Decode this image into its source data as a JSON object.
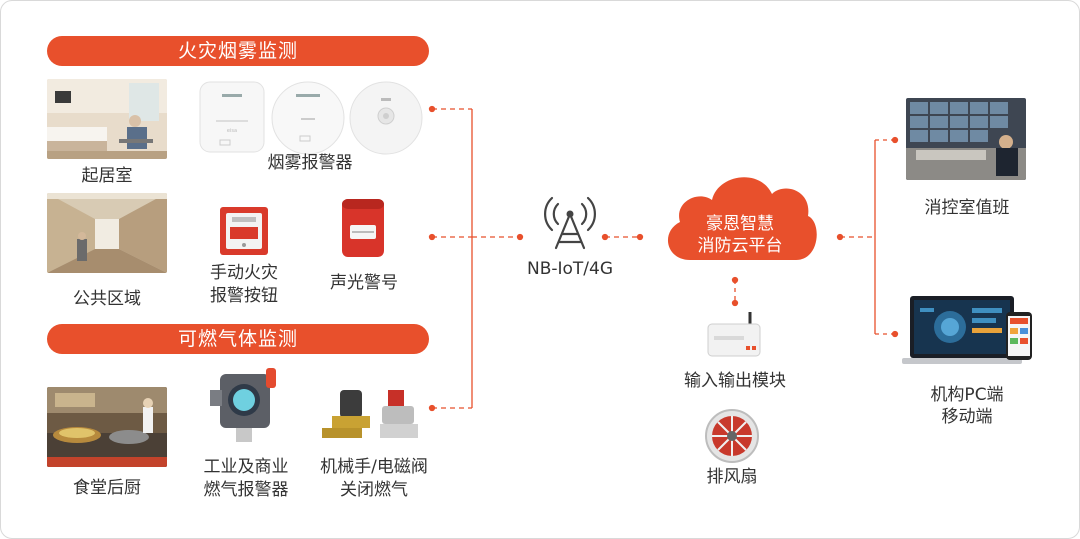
{
  "banners": {
    "fire": "火灾烟雾监测",
    "gas": "可燃气体监测"
  },
  "photos": {
    "bedroom": "起居室",
    "corridor": "公共区域",
    "kitchen": "食堂后厨"
  },
  "devices": {
    "smoke": "烟雾报警器",
    "manual_alarm_line1": "手动火灾",
    "manual_alarm_line2": "报警按钮",
    "sound_light": "声光警号",
    "gas_detector_line1": "工业及商业",
    "gas_detector_line2": "燃气报警器",
    "valve_line1": "机械手/电磁阀",
    "valve_line2": "关闭燃气"
  },
  "network": {
    "label": "NB-IoT/4G"
  },
  "cloud": {
    "line1": "豪恩智慧",
    "line2": "消防云平台"
  },
  "io_module": "输入输出模块",
  "fan": "排风扇",
  "outputs": {
    "control_room": "消控室值班",
    "pc_line1": "机构PC端",
    "pc_line2": "移动端"
  },
  "colors": {
    "accent": "#e8502c",
    "text": "#333333"
  }
}
